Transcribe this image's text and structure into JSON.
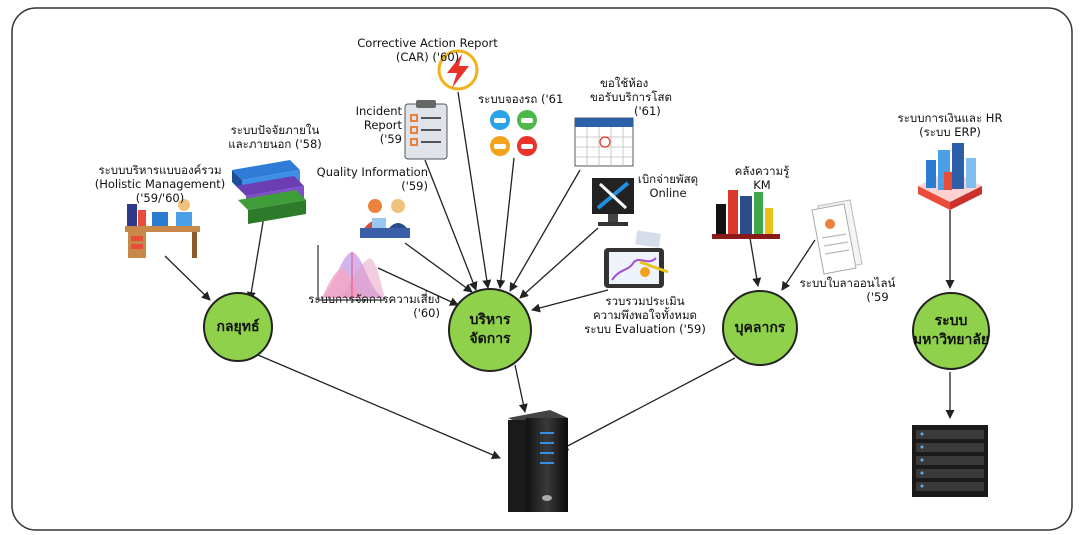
{
  "hubs": {
    "strategy": "กลยุทธ์",
    "management_line1": "บริหาร",
    "management_line2": "จัดการ",
    "personnel": "บุคลากร",
    "university_line1": "ระบบ",
    "university_line2": "มหาวิทยาลัย"
  },
  "systems": {
    "holistic_line1": "ระบบบริหารแบบองค์รวม",
    "holistic_line2": "(Holistic Management)",
    "holistic_line3": "('59/'60)",
    "internal_external_line1": "ระบบปัจจัยภายใน",
    "internal_external_line2": "และภายนอก ('58)",
    "risk_line1": "ระบบการจัดการความเสี่ยง",
    "risk_line2": "('60)",
    "quality_line1": "Quality Information",
    "quality_line2": "('59)",
    "incident_line1": "Incident",
    "incident_line2": "Report",
    "incident_line3": "('59",
    "car_line1": "Corrective Action Report",
    "car_line2": "(CAR) ('60)",
    "vehicle_booking": "ระบบจองรถ ('61",
    "room_line1": "ขอใช้ห้อง",
    "room_line2": "ขอรับบริการโสต",
    "room_line3": "('61)",
    "supplies_line1": "เบิกจ่ายพัสดุ",
    "supplies_line2": "Online",
    "evaluation_line1": "รวบรวมประเมิน",
    "evaluation_line2": "ความพึงพอใจทั้งหมด",
    "evaluation_line3": "ระบบ Evaluation ('59)",
    "km_line1": "คลังความรู้",
    "km_line2": "KM",
    "leave_line1": "ระบบใบลาออนไลน์",
    "leave_line2": "('59",
    "erp_line1": "ระบบการเงินและ HR",
    "erp_line2": "(ระบบ ERP)"
  },
  "icons": [
    "office-worker-icon",
    "binders-icon",
    "bell-curve-chart-icon",
    "meeting-people-icon",
    "clipboard-icon",
    "lightning-icon",
    "cars-icon",
    "calendar-icon",
    "tools-monitor-icon",
    "tablet-chart-icon",
    "books-icon",
    "document-icon",
    "city-buildings-icon",
    "server-icon",
    "server-rack-icon"
  ],
  "colors": {
    "hub_fill": "#8fd14a",
    "arrow": "#222222",
    "border": "#333333"
  }
}
